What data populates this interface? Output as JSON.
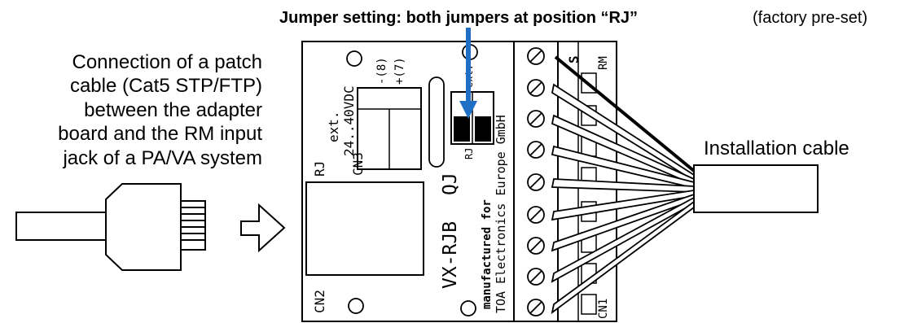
{
  "header": {
    "bold_text": "Jumper setting: both jumpers at position “RJ”",
    "normal_text": " (factory pre-set)"
  },
  "left_caption": {
    "lines": [
      "Connection of a patch",
      "cable (Cat5 STP/FTP)",
      "between the adapter",
      "board and the RM input",
      "jack of a PA/VA system"
    ]
  },
  "right_caption": {
    "text": "Installation cable"
  },
  "board": {
    "label_rj": "RJ",
    "label_cn2": "CN2",
    "label_cn3": "CN3",
    "label_ext": "ext.",
    "label_voltage": "24..40VDC",
    "label_minus": "-(8)",
    "label_plus": "+(7)",
    "model_name": "VX-RJB",
    "model_suffix": "QJ",
    "manufacturer_line1": "manufactured for",
    "manufacturer_line2": "TOA Electronics Europe GmbH",
    "jumper_label_rj": "RJ",
    "jumper_label_ext": "ext.",
    "terminal_label_s": "S",
    "terminal_label_rm": "RM",
    "terminal_label_cn1": "CN1"
  },
  "colors": {
    "arrow": "#1f6fc4",
    "line": "#000000"
  }
}
